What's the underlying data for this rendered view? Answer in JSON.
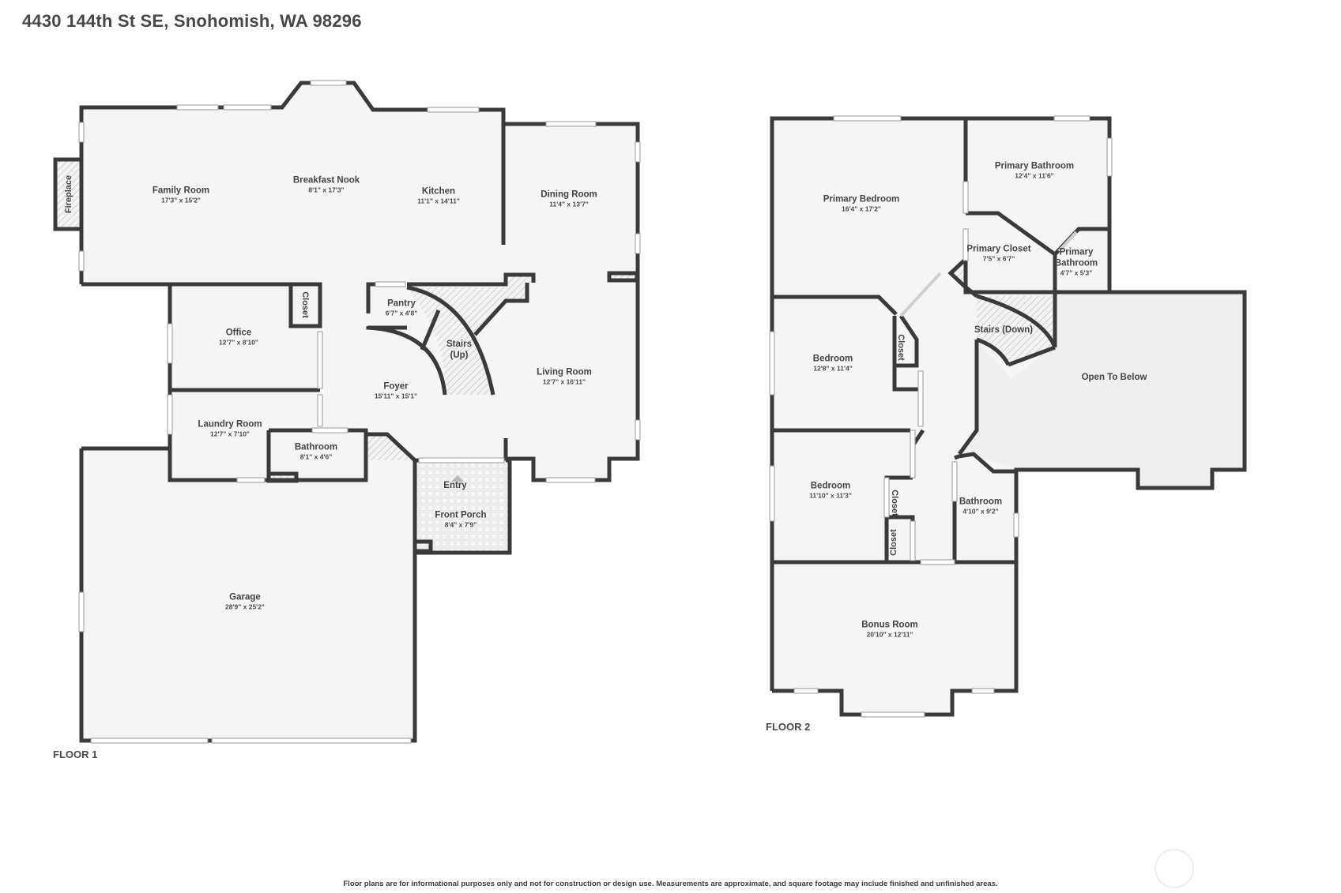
{
  "header": {
    "address": "4430 144th St SE, Snohomish, WA 98296"
  },
  "colors": {
    "wall": "#3a3a3a",
    "floor_fill": "#f5f5f5",
    "open_to_below": "#efefef",
    "background": "#ffffff",
    "porch_tile": "#e8e8e8"
  },
  "floor1": {
    "label": "FLOOR 1",
    "rooms": [
      {
        "name": "Family Room",
        "dims": "17'3\" x 15'2\""
      },
      {
        "name": "Breakfast Nook",
        "dims": "8'1\" x 17'3\""
      },
      {
        "name": "Kitchen",
        "dims": "11'1\" x 14'11\""
      },
      {
        "name": "Dining Room",
        "dims": "11'4\" x 13'7\""
      },
      {
        "name": "Office",
        "dims": "12'7\" x 8'10\""
      },
      {
        "name": "Pantry",
        "dims": "6'7\" x 4'8\""
      },
      {
        "name": "Stairs",
        "dims": "(Up)"
      },
      {
        "name": "Foyer",
        "dims": "15'11\" x 15'1\""
      },
      {
        "name": "Living Room",
        "dims": "12'7\" x 16'11\""
      },
      {
        "name": "Laundry Room",
        "dims": "12'7\" x 7'10\""
      },
      {
        "name": "Bathroom",
        "dims": "8'1\" x 4'6\""
      },
      {
        "name": "Entry",
        "dims": ""
      },
      {
        "name": "Front Porch",
        "dims": "8'4\" x 7'9\""
      },
      {
        "name": "Garage",
        "dims": "28'9\" x 25'2\""
      }
    ],
    "fixtures": {
      "fireplace": "Fireplace",
      "closet": "Closet"
    }
  },
  "floor2": {
    "label": "FLOOR 2",
    "rooms": [
      {
        "name": "Primary Bedroom",
        "dims": "16'4\" x 17'2\""
      },
      {
        "name": "Primary Bathroom",
        "dims": "12'4\" x 11'6\""
      },
      {
        "name": "Primary Closet",
        "dims": "7'5\" x 6'7\""
      },
      {
        "name": "Primary Bathroom",
        "dims": "4'7\" x 5'3\""
      },
      {
        "name": "Stairs (Down)",
        "dims": ""
      },
      {
        "name": "Open To Below",
        "dims": ""
      },
      {
        "name": "Bedroom",
        "dims": "12'8\" x 11'4\""
      },
      {
        "name": "Bedroom",
        "dims": "11'10\" x 11'3\""
      },
      {
        "name": "Bathroom",
        "dims": "4'10\" x 9'2\""
      },
      {
        "name": "Bonus Room",
        "dims": "20'10\" x 12'11\""
      }
    ],
    "fixtures": {
      "closet_a": "Closet",
      "closet_b": "Closet",
      "closet_c": "Closet"
    }
  },
  "footer": {
    "disclaimer": "Floor plans are for informational purposes only and not for construction or design use. Measurements are approximate, and square footage may include finished and unfinished areas."
  }
}
